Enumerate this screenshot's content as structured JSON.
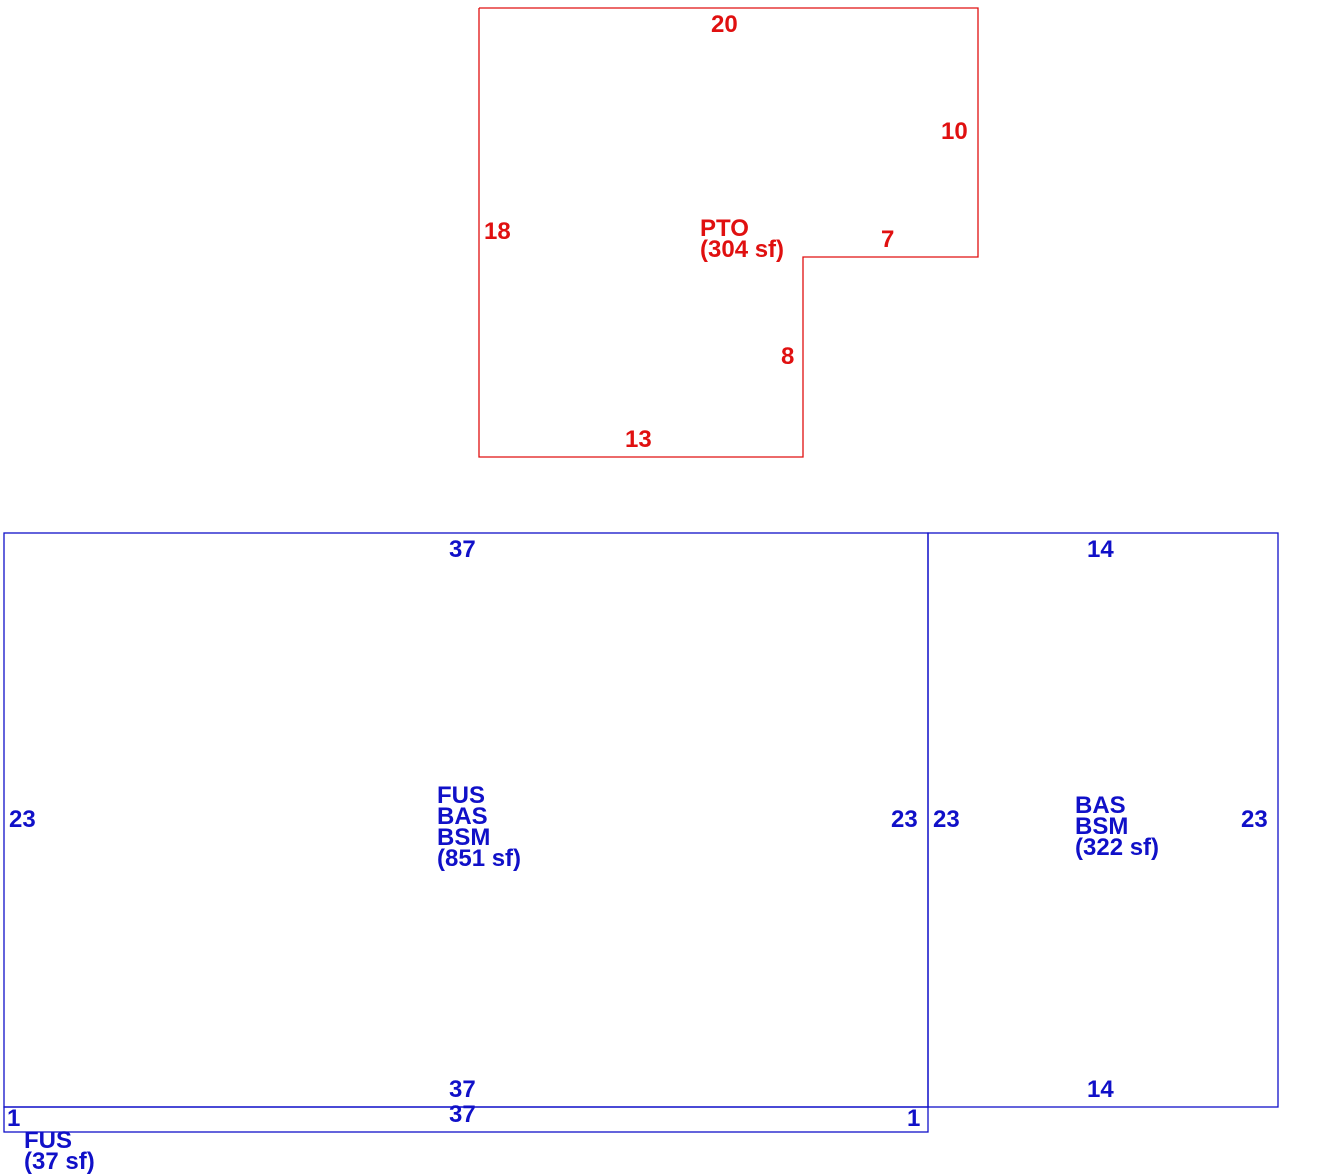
{
  "colors": {
    "patio": "#e01010",
    "house": "#1010c8"
  },
  "patio": {
    "dims": {
      "top": "20",
      "right": "10",
      "left": "18",
      "step_h": "7",
      "step_v": "8",
      "bottom": "13"
    },
    "label": {
      "code": "PTO",
      "area": "(304 sf)"
    }
  },
  "main": {
    "dims": {
      "top": "37",
      "left": "23",
      "right": "23",
      "bottom": "37"
    },
    "label": {
      "line1": "FUS",
      "line2": "BAS",
      "line3": "BSM",
      "area": "(851 sf)"
    }
  },
  "east": {
    "dims": {
      "top": "14",
      "left": "23",
      "right": "23",
      "bottom": "14"
    },
    "label": {
      "line1": "BAS",
      "line2": "BSM",
      "area": "(322 sf)"
    }
  },
  "strip": {
    "dims": {
      "top": "37",
      "left": "1",
      "right": "1"
    },
    "label": {
      "code": "FUS",
      "area": "(37 sf)"
    }
  }
}
